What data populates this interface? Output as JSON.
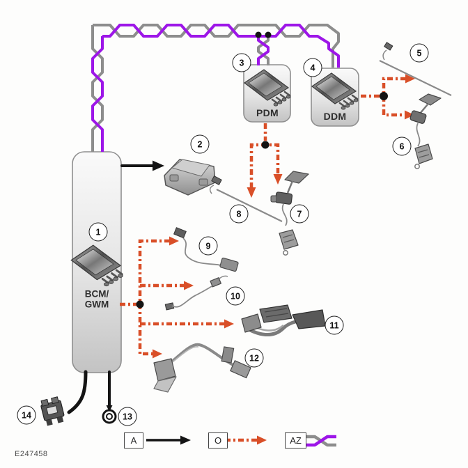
{
  "figure": {
    "id": "E247458"
  },
  "modules": {
    "bcm": {
      "line1": "BCM/",
      "line2": "GWM",
      "icon": "chip-icon"
    },
    "pdm": {
      "label": "PDM",
      "icon": "chip-icon"
    },
    "ddm": {
      "label": "DDM",
      "icon": "chip-icon"
    }
  },
  "callouts": {
    "c1": "1",
    "c2": "2",
    "c3": "3",
    "c4": "4",
    "c5": "5",
    "c6": "6",
    "c7": "7",
    "c8": "8",
    "c9": "9",
    "c10": "10",
    "c11": "11",
    "c12": "12",
    "c13": "13",
    "c14": "14"
  },
  "legend": {
    "solid": {
      "label": "A",
      "meaning": "solid-arrow-link"
    },
    "dashed": {
      "label": "O",
      "meaning": "dashed-arrow-link"
    },
    "twisted": {
      "label": "AZ",
      "meaning": "twisted-pair-link"
    }
  },
  "colors": {
    "purple": "#9d16e8",
    "wire_gray": "#8d8d8d",
    "orange": "#d94f28",
    "black": "#141414",
    "component_gray": "#8a8a8a"
  }
}
